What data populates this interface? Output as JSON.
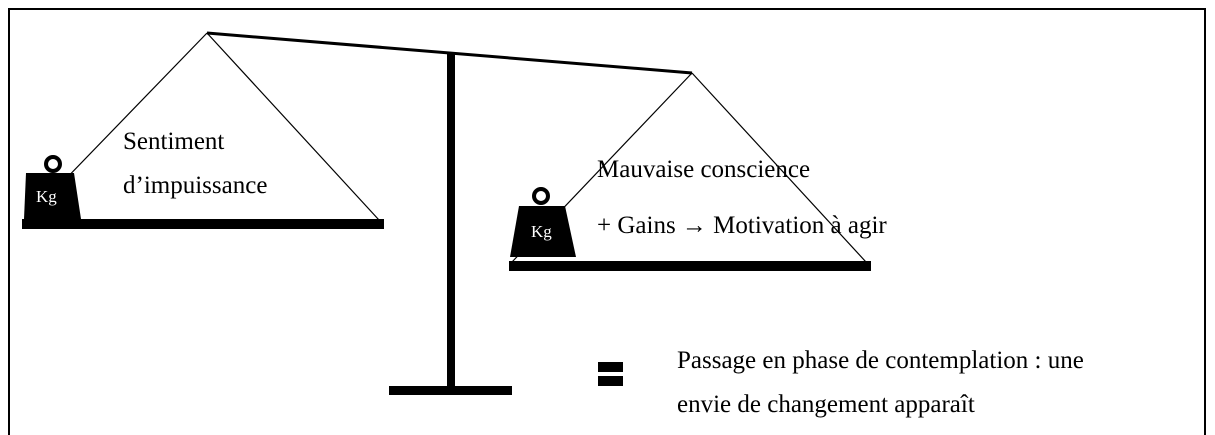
{
  "diagram": {
    "left_pan": {
      "weight_label": "Kg",
      "text_lines": [
        "Sentiment",
        "d’impuissance"
      ]
    },
    "right_pan": {
      "weight_label": "Kg",
      "text_lines": [
        "Mauvaise conscience",
        "+ Gains → Motivation à agir"
      ]
    },
    "result": {
      "symbol": "equals-icon",
      "text_lines": [
        "Passage en phase de contemplation : une",
        "envie de changement apparaît"
      ]
    },
    "colors": {
      "ink": "#000000",
      "background": "#ffffff"
    }
  }
}
